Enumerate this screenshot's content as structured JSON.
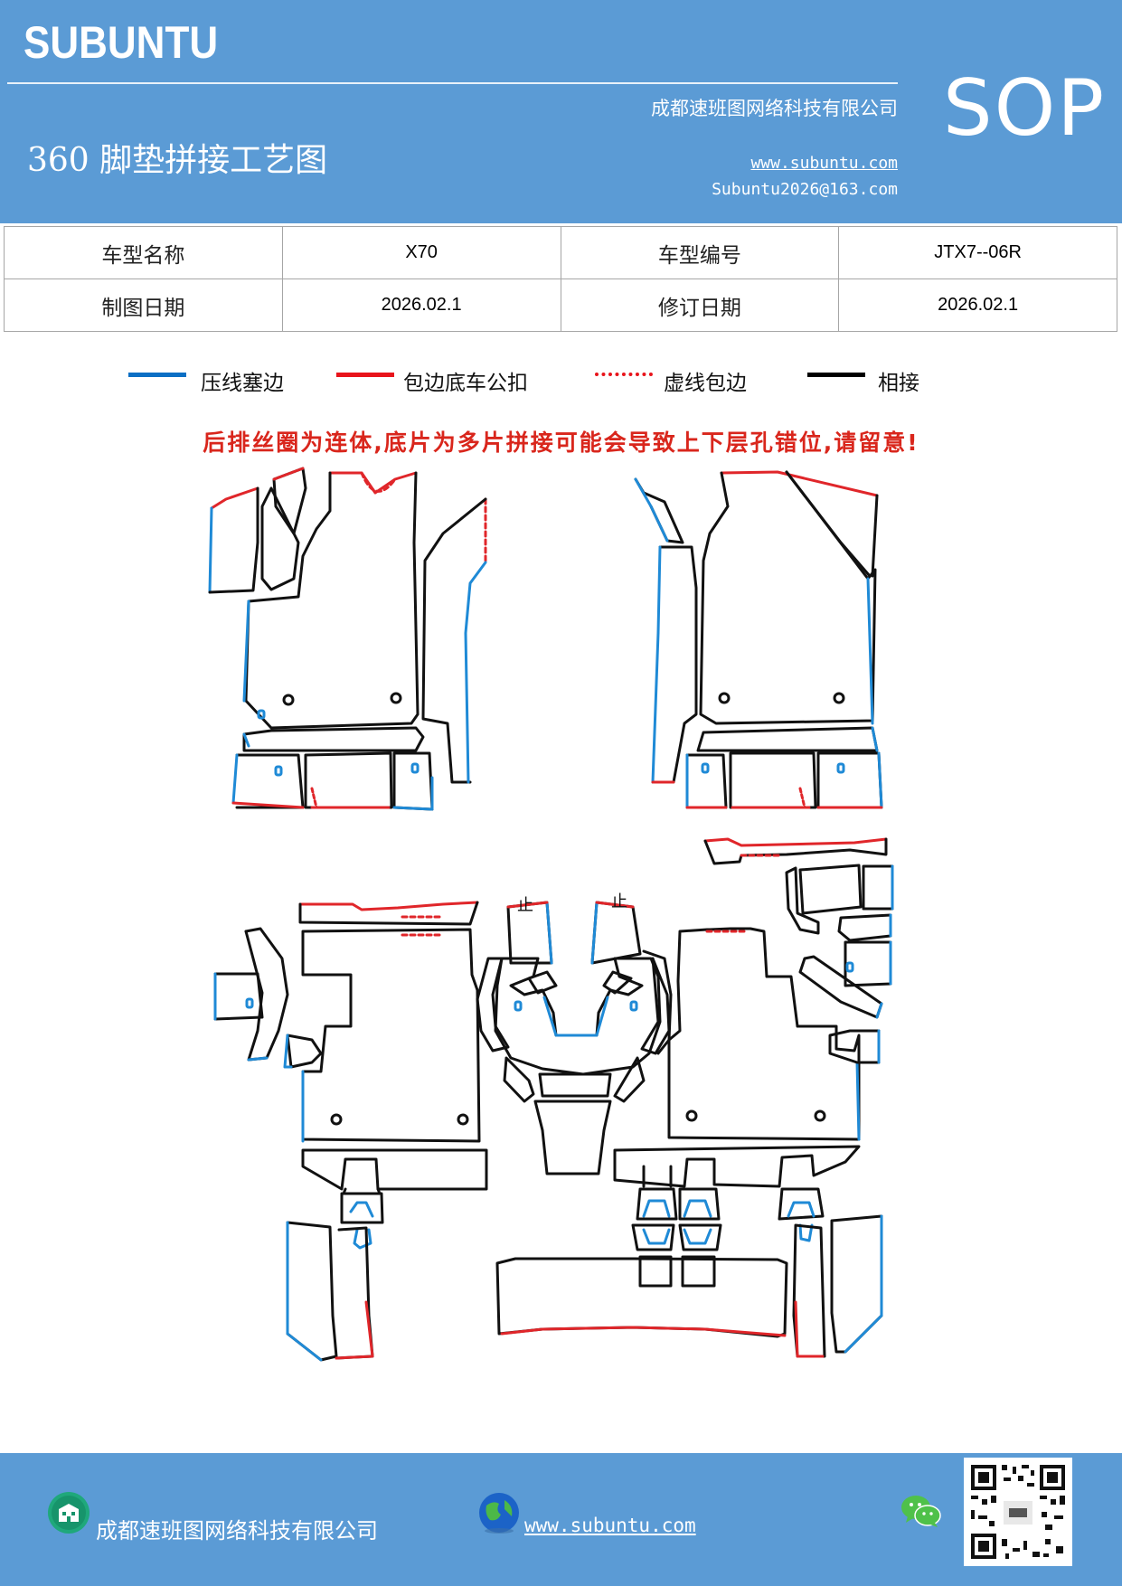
{
  "header": {
    "brand": "SUBUNTU",
    "company": "成都速班图网络科技有限公司",
    "sop": "SOP",
    "title": "360 脚垫拼接工艺图",
    "website": "www.subuntu.com",
    "email": "Subuntu2026@163.com"
  },
  "info": {
    "model_name_label": "车型名称",
    "model_name": "X70",
    "model_code_label": "车型编号",
    "model_code": "JTX7--06R",
    "draw_date_label": "制图日期",
    "draw_date": "2026.02.1",
    "revise_date_label": "修订日期",
    "revise_date": "2026.02.1"
  },
  "legend": [
    {
      "label": "压线塞边",
      "color": "#0b6fc4",
      "style": "solid"
    },
    {
      "label": "包边底车公扣",
      "color": "#e8141b",
      "style": "solid"
    },
    {
      "label": "虚线包边",
      "color": "#e8141b",
      "style": "dotted"
    },
    {
      "label": "相接",
      "color": "#000000",
      "style": "solid"
    }
  ],
  "warning": "后排丝圈为连体,底片为多片拼接可能会导致上下层孔错位,请留意!",
  "warning_color": "#d9261c",
  "colors": {
    "header_bg": "#5b9bd5",
    "blue_line": "#1f8ad6",
    "red_line": "#e0262a",
    "black_line": "#111111"
  },
  "footer": {
    "company": "成都速班图网络科技有限公司",
    "website": "www.subuntu.com",
    "icons": [
      "building-icon",
      "globe-icon",
      "wechat-icon",
      "qr-code-icon"
    ]
  }
}
